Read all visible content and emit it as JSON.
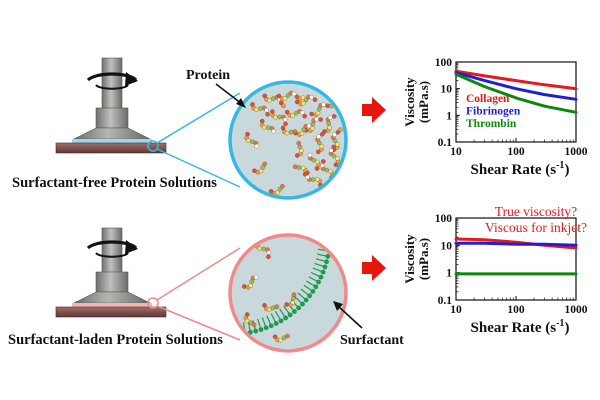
{
  "panels": {
    "top": {
      "caption": "Surfactant-free Protein Solutions",
      "zoom_label": "Protein",
      "zoom_color": "#34b8e6"
    },
    "bottom": {
      "caption": "Surfactant-laden Protein Solutions",
      "zoom_label": "Surfactant",
      "zoom_color": "#f08a8a",
      "annotation_line1": "True viscosity?",
      "annotation_line2": "Viscous for inkjet?"
    }
  },
  "colors": {
    "collagen": "#e41a1c",
    "fibrinogen": "#1f1fd6",
    "thrombin": "#0a8a0a",
    "arrow": "#e8150c",
    "fluid": "#c9d8da",
    "surfactant": "#1e9b4f"
  },
  "icons": [
    "rotation-arrow-icon",
    "right-arrow-icon"
  ],
  "chart_data": [
    {
      "type": "line",
      "xscale": "log",
      "yscale": "log",
      "xlim": [
        10,
        1000
      ],
      "ylim": [
        0.1,
        100
      ],
      "xticks": [
        "10",
        "100",
        "1000"
      ],
      "yticks": [
        "0.1",
        "1",
        "10",
        "100"
      ],
      "xlabel": "Shear Rate (s",
      "xlabel_sup": "-1",
      "xlabel_close": ")",
      "ylabel_line1": "Viscosity",
      "ylabel_line2": "(mPa.s)",
      "legend_position": "center",
      "series": [
        {
          "name": "Collagen",
          "color": "#e41a1c",
          "x": [
            10,
            30,
            100,
            300,
            1000
          ],
          "y": [
            45,
            30,
            20,
            14,
            10
          ]
        },
        {
          "name": "Fibrinogen",
          "color": "#1f1fd6",
          "x": [
            10,
            30,
            100,
            300,
            1000
          ],
          "y": [
            40,
            20,
            10,
            6,
            4
          ]
        },
        {
          "name": "Thrombin",
          "color": "#0a8a0a",
          "x": [
            10,
            30,
            100,
            300,
            1000
          ],
          "y": [
            35,
            12,
            4.5,
            2.2,
            1.3
          ]
        }
      ]
    },
    {
      "type": "line",
      "xscale": "log",
      "yscale": "log",
      "xlim": [
        10,
        1000
      ],
      "ylim": [
        0.1,
        100
      ],
      "xticks": [
        "10",
        "100",
        "1000"
      ],
      "yticks": [
        "0.1",
        "1",
        "10",
        "100"
      ],
      "xlabel": "Shear Rate (s",
      "xlabel_sup": "-1",
      "xlabel_close": ")",
      "ylabel_line1": "Viscosity",
      "ylabel_line2": "(mPa.s)",
      "series": [
        {
          "name": "",
          "color": "#e41a1c",
          "x": [
            10,
            30,
            100,
            300,
            1000
          ],
          "y": [
            17,
            16,
            13,
            10,
            8
          ]
        },
        {
          "name": "",
          "color": "#1f1fd6",
          "x": [
            10,
            30,
            100,
            300,
            1000
          ],
          "y": [
            12,
            12,
            11,
            11,
            10
          ]
        },
        {
          "name": "",
          "color": "#0a8a0a",
          "x": [
            10,
            30,
            100,
            300,
            1000
          ],
          "y": [
            0.9,
            0.9,
            0.9,
            0.9,
            0.9
          ]
        }
      ]
    }
  ]
}
